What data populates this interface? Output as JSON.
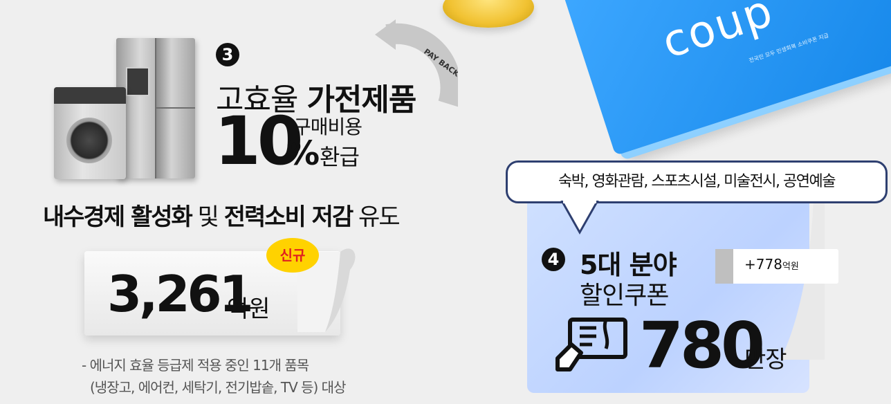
{
  "item3": {
    "number": "3",
    "title_prefix": "고효율 ",
    "title_bold": "가전제품",
    "big_number": "10",
    "percent": "%",
    "cost_label": "구매비용",
    "refund_label": "환급",
    "payback": "PAY BACK"
  },
  "slogan": {
    "part1": "내수경제 활성화",
    "part2": " 및 ",
    "part3": "전력소비 저감",
    "part4": " 유도"
  },
  "amount": {
    "value": "3,261",
    "unit": "억원",
    "badge": "신규"
  },
  "notes": {
    "line1": "- 에너지 효율 등급제 적용 중인 11개 품목",
    "line2": "(냉장고, 에어컨, 세탁기, 전기밥솥, TV 등) 대상"
  },
  "coupon_book": {
    "word": "coup",
    "subtitle": "전국민 모두 민생회복 소비쿠폰 지급"
  },
  "item4": {
    "bubble": "숙박, 영화관람, 스포츠시설, 미술전시, 공연예술",
    "number": "4",
    "title": "5대 분야",
    "subtitle": "할인쿠폰",
    "delta_value": "+778",
    "delta_unit": "억원",
    "big_number": "780",
    "big_unit": "만장"
  },
  "colors": {
    "accent_blue": "#1688ea",
    "card_blue": "#c4d8ff",
    "badge_yellow": "#ffd200",
    "badge_red": "#e02020"
  },
  "icons": [
    "washer-icon",
    "refrigerator-icon",
    "coin-icon",
    "coupon-book-icon",
    "coupon-hand-icon",
    "pay-back-arrow-icon"
  ]
}
